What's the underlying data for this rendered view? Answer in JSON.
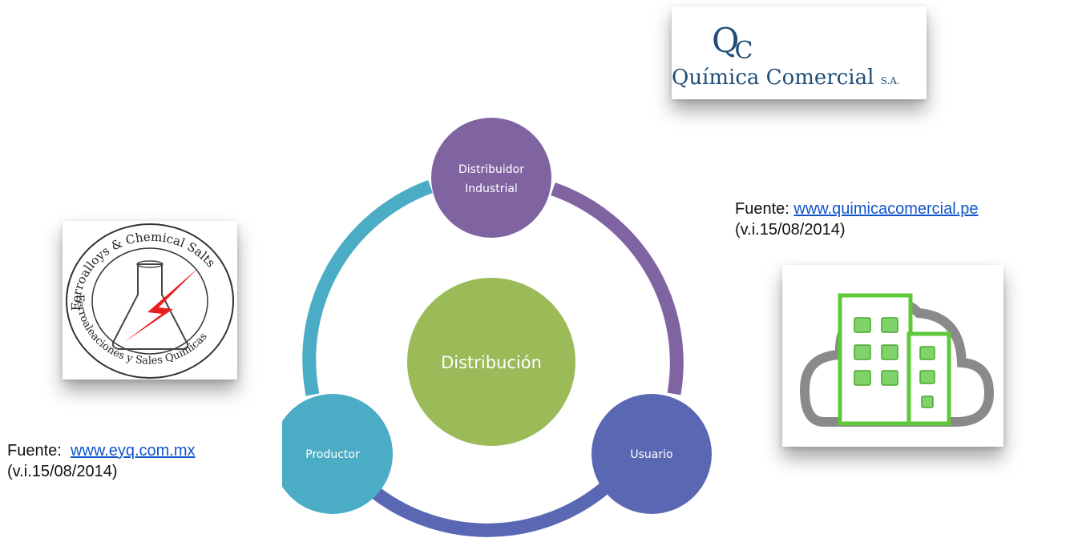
{
  "diagram": {
    "center": "Distribución",
    "nodes": {
      "top_line1": "Distribuidor",
      "top_line2": "Industrial",
      "left": "Productor",
      "right": "Usuario"
    }
  },
  "logos": {
    "qc": {
      "mark_q": "Q",
      "mark_c": "C",
      "name": "Química Comercial",
      "suffix": "S.A."
    },
    "fq": {
      "top_text": "Ferroalloys & Chemical Salts",
      "bottom_text": "Ferroaleaciones y Sales Químicas"
    },
    "building": {
      "icon": "building-cloud-icon"
    }
  },
  "sources": {
    "right": {
      "prefix": "Fuente: ",
      "link": "www.quimicacomercial.pe",
      "date": "(v.i.15/08/2014)"
    },
    "left": {
      "prefix": "Fuente:  ",
      "link": "www.eyq.com.mx",
      "date": "(v.i.15/08/2014)"
    }
  },
  "colors": {
    "purple": "#8064a2",
    "teal": "#4bacc6",
    "indigo": "#5a68b4",
    "green": "#9bbb59",
    "link": "#1155cc",
    "brand_blue": "#1f4e79"
  }
}
